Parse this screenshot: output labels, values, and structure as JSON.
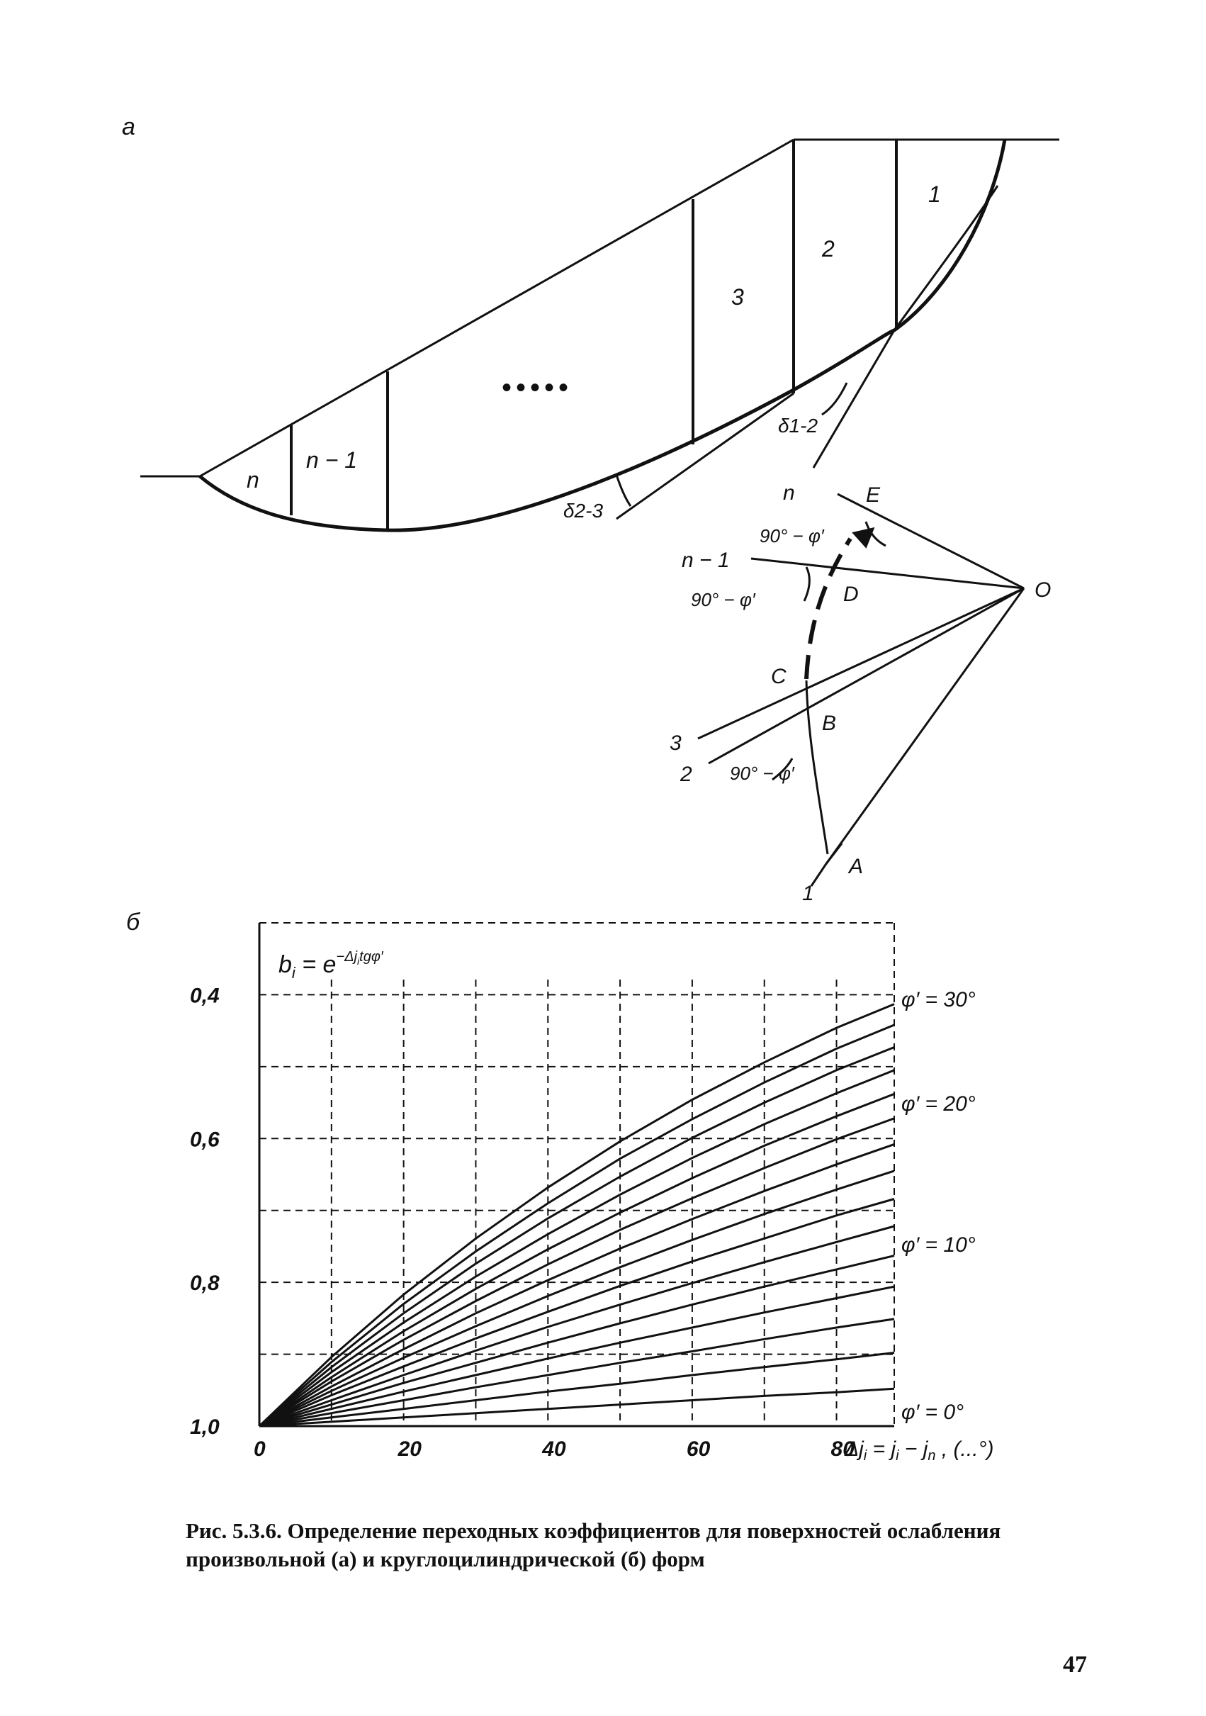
{
  "figure_a": {
    "panel_label": "а",
    "slice_labels": [
      "1",
      "2",
      "3",
      "n − 1",
      "n"
    ],
    "ellipsis": "•••••",
    "angle_labels": [
      "δ1-2",
      "δ2-3"
    ],
    "polygon_labels": {
      "line_n": "n",
      "line_n1": "n − 1",
      "line_3": "3",
      "line_2": "2",
      "line_1": "1",
      "point_A": "A",
      "point_B": "B",
      "point_C": "C",
      "point_D": "D",
      "point_E": "E",
      "point_O": "O",
      "angle_1": "90° − φ′",
      "angle_2": "90° − φ′",
      "angle_3": "90° − φ′"
    }
  },
  "figure_b": {
    "panel_label": "б",
    "formula_base": "b",
    "formula_sub": "i",
    "formula_eq": " = e",
    "formula_exp": "−Δj",
    "formula_exp_sub": "i",
    "formula_exp_tail": "tgφ′",
    "x_axis_label": "Δj",
    "x_axis_label_sub": "i",
    "x_axis_label_rest": " = j",
    "x_axis_label_sub2": "i",
    "x_axis_label_rest2": " − j",
    "x_axis_label_sub3": "n",
    "x_axis_label_rest3": " , (...°)",
    "series_labels": [
      "φ′ = 30°",
      "φ′ = 20°",
      "φ′ = 10°",
      "φ′ = 0°"
    ]
  },
  "chart_data": {
    "type": "line",
    "x": [
      0,
      10,
      20,
      30,
      40,
      50,
      60,
      70,
      80,
      88
    ],
    "xticks": [
      "0",
      "20",
      "40",
      "60",
      "80"
    ],
    "xtick_values": [
      0,
      20,
      40,
      60,
      80
    ],
    "yticks": [
      "0,4",
      "0,6",
      "0,8",
      "1,0"
    ],
    "ytick_values": [
      0.4,
      0.6,
      0.8,
      1.0
    ],
    "xlim": [
      0,
      88
    ],
    "ylim": [
      0.3,
      1.0
    ],
    "y_inverted": true,
    "grid": true,
    "grid_x": [
      10,
      20,
      30,
      40,
      50,
      60,
      70,
      80
    ],
    "grid_y": [
      0.4,
      0.5,
      0.6,
      0.7,
      0.8,
      0.9
    ],
    "series": [
      {
        "phi_deg": 0,
        "values": [
          1,
          1,
          1,
          1,
          1,
          1,
          1,
          1,
          1,
          1
        ]
      },
      {
        "phi_deg": 2,
        "values": [
          1,
          0.994,
          0.988,
          0.982,
          0.976,
          0.97,
          0.964,
          0.958,
          0.953,
          0.948
        ]
      },
      {
        "phi_deg": 4,
        "values": [
          1,
          0.988,
          0.976,
          0.964,
          0.952,
          0.941,
          0.929,
          0.918,
          0.907,
          0.898
        ]
      },
      {
        "phi_deg": 6,
        "values": [
          1,
          0.982,
          0.964,
          0.946,
          0.929,
          0.912,
          0.896,
          0.879,
          0.863,
          0.851
        ]
      },
      {
        "phi_deg": 8,
        "values": [
          1,
          0.976,
          0.952,
          0.929,
          0.906,
          0.884,
          0.863,
          0.842,
          0.822,
          0.806
        ]
      },
      {
        "phi_deg": 10,
        "values": [
          1,
          0.97,
          0.94,
          0.912,
          0.884,
          0.857,
          0.831,
          0.806,
          0.782,
          0.763
        ]
      },
      {
        "phi_deg": 12,
        "values": [
          1,
          0.964,
          0.929,
          0.895,
          0.862,
          0.831,
          0.801,
          0.772,
          0.744,
          0.722
        ]
      },
      {
        "phi_deg": 14,
        "values": [
          1,
          0.957,
          0.917,
          0.878,
          0.841,
          0.805,
          0.771,
          0.739,
          0.707,
          0.684
        ]
      },
      {
        "phi_deg": 16,
        "values": [
          1,
          0.951,
          0.905,
          0.861,
          0.819,
          0.779,
          0.741,
          0.705,
          0.671,
          0.645
        ]
      },
      {
        "phi_deg": 18,
        "values": [
          1,
          0.945,
          0.893,
          0.843,
          0.797,
          0.753,
          0.712,
          0.673,
          0.636,
          0.608
        ]
      },
      {
        "phi_deg": 20,
        "values": [
          1,
          0.938,
          0.88,
          0.826,
          0.775,
          0.727,
          0.683,
          0.641,
          0.601,
          0.572
        ]
      },
      {
        "phi_deg": 22,
        "values": [
          1,
          0.932,
          0.868,
          0.809,
          0.754,
          0.703,
          0.655,
          0.61,
          0.569,
          0.538
        ]
      },
      {
        "phi_deg": 24,
        "values": [
          1,
          0.925,
          0.856,
          0.792,
          0.733,
          0.678,
          0.627,
          0.58,
          0.537,
          0.505
        ]
      },
      {
        "phi_deg": 26,
        "values": [
          1,
          0.918,
          0.843,
          0.774,
          0.711,
          0.653,
          0.599,
          0.55,
          0.505,
          0.473
        ]
      },
      {
        "phi_deg": 28,
        "values": [
          1,
          0.911,
          0.83,
          0.757,
          0.69,
          0.628,
          0.573,
          0.522,
          0.475,
          0.442
        ]
      },
      {
        "phi_deg": 30,
        "values": [
          1,
          0.904,
          0.817,
          0.739,
          0.668,
          0.604,
          0.546,
          0.494,
          0.446,
          0.413
        ]
      }
    ]
  },
  "caption": "Рис. 5.3.6. Определение переходных коэффициентов для поверхностей ослабления произвольной (а) и круглоцилиндрической (б) форм",
  "page_number": "47"
}
